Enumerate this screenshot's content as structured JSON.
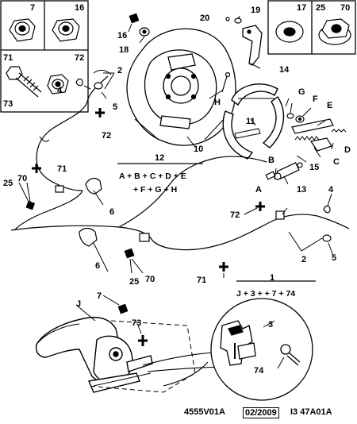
{
  "corner_boxes": {
    "top_left": [
      {
        "label": "7"
      },
      {
        "label": "16"
      },
      {
        "label": "71"
      },
      {
        "label": "72"
      },
      {
        "label": "73"
      }
    ],
    "top_right": [
      {
        "label": "17"
      },
      {
        "label": "25"
      },
      {
        "label": "70"
      }
    ]
  },
  "callouts": {
    "n1": "1",
    "n2a": "2",
    "n2b": "2",
    "n3": "3",
    "n4a": "4",
    "n4b": "4",
    "n5a": "5",
    "n5b": "5",
    "n6a": "6",
    "n6b": "6",
    "n7": "7",
    "n10": "10",
    "n11": "11",
    "n12": "12",
    "n13": "13",
    "n14": "14",
    "n15": "15",
    "n16": "16",
    "n18": "18",
    "n19": "19",
    "n20": "20",
    "n25a": "25",
    "n25b": "25",
    "n70a": "70",
    "n70b": "70",
    "n71a": "71",
    "n71b": "71",
    "n72a": "72",
    "n72b": "72",
    "n73": "73",
    "n74": "74",
    "A": "A",
    "B": "B",
    "C": "C",
    "D": "D",
    "E": "E",
    "F": "F",
    "G": "G",
    "H": "H",
    "J": "J"
  },
  "equations": {
    "kit12_line1": "A + B + C + D + E",
    "kit12_line2": "+ F + G + H",
    "kit1": "J + 3 + + 7 + 74"
  },
  "footer": {
    "ref": "4555V01A",
    "date": "02/2009",
    "code": "I3 47A01A"
  }
}
